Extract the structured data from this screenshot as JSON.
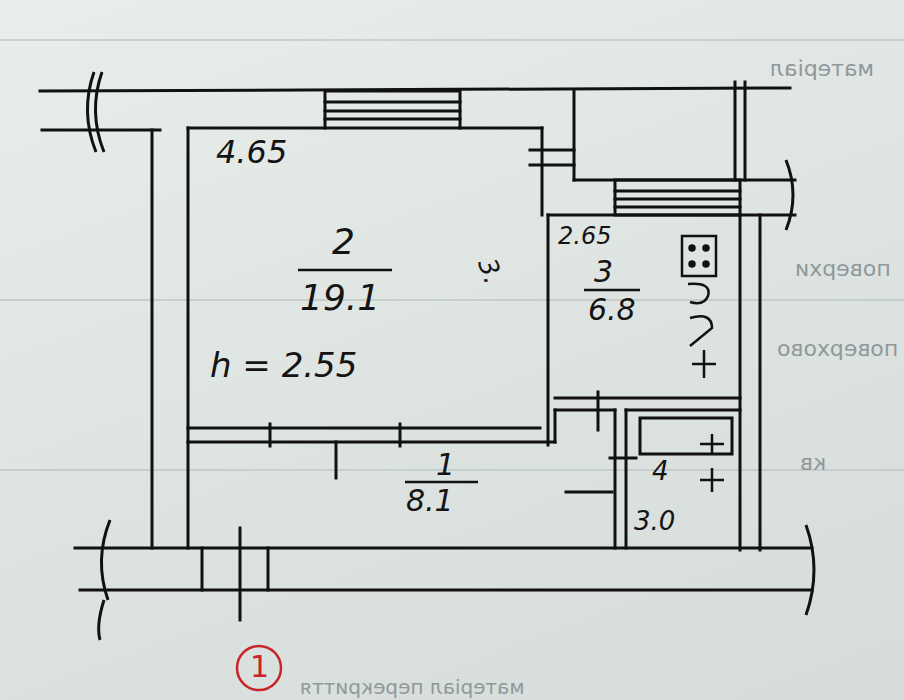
{
  "diagram": {
    "nodes": [
      {
        "text": [
          "2",
          "19.1",
          "h = 2.55"
        ]
      },
      {
        "text": [
          "3",
          "6.8"
        ]
      },
      {
        "text": [
          "1",
          "8.1"
        ]
      },
      {
        "text": [
          "4",
          "3.0"
        ]
      }
    ],
    "labels": [
      "4.65",
      "2.65",
      "3.",
      "1",
      "матеріал",
      "поверхи",
      "поверхово",
      "кв",
      "матеріал перекриття"
    ]
  }
}
